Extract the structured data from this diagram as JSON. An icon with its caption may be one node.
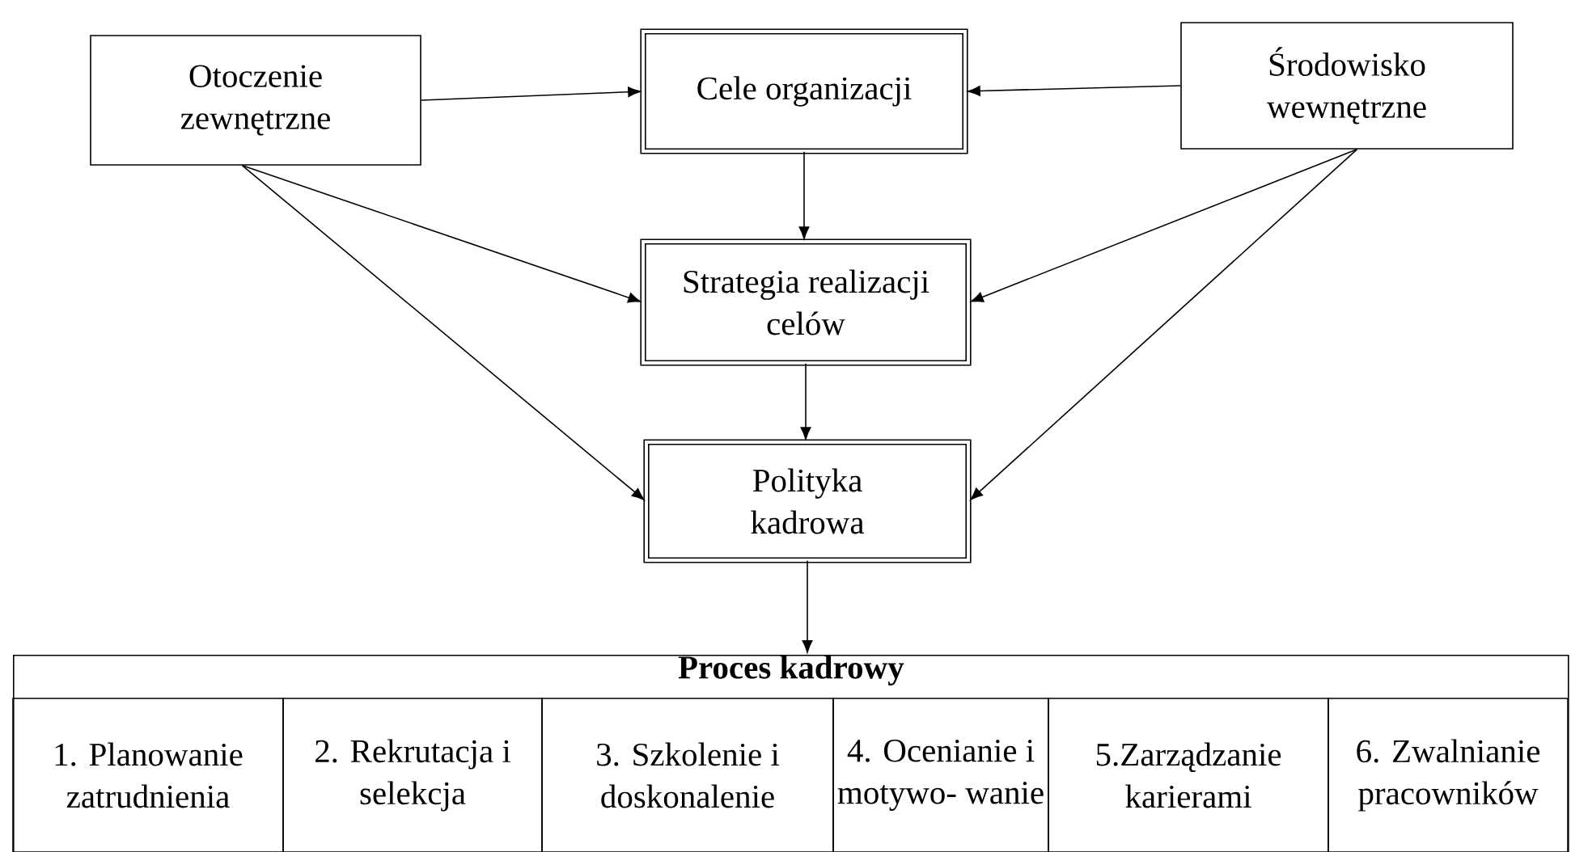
{
  "diagram": {
    "nodes": [
      {
        "text": [
          "Otoczenie zewnętrzne"
        ]
      },
      {
        "text": [
          "Cele organizacji"
        ]
      },
      {
        "text": [
          "Środowisko wewnętrzne"
        ]
      },
      {
        "text": [
          "Strategia realizacji celów"
        ]
      },
      {
        "text": [
          "Polityka kadrowa"
        ]
      },
      {
        "text": [
          "Proces kadrowy"
        ]
      },
      {
        "text": [
          "1. Planowanie zatrudnienia"
        ],
        "in": 5
      },
      {
        "text": [
          "2. Rekrutacja i selekcja"
        ],
        "in": 5
      },
      {
        "text": [
          "3. Szkolenie i doskonalenie"
        ],
        "in": 5
      },
      {
        "text": [
          "4. Ocenianie i motywo- wanie"
        ],
        "in": 5
      },
      {
        "text": [
          "5.Zarządzanie karierami"
        ],
        "in": 5
      },
      {
        "text": [
          "6. Zwalnianie pracowników"
        ],
        "in": 5
      }
    ],
    "edges": [
      {
        "from": 0,
        "to": 1,
        "arrow": "to"
      },
      {
        "from": 2,
        "to": 1,
        "arrow": "to"
      },
      {
        "from": 1,
        "to": 3,
        "arrow": "to"
      },
      {
        "from": 0,
        "to": 3,
        "arrow": "to"
      },
      {
        "from": 2,
        "to": 3,
        "arrow": "to"
      },
      {
        "from": 3,
        "to": 4,
        "arrow": "to"
      },
      {
        "from": 0,
        "to": 4,
        "arrow": "to"
      },
      {
        "from": 2,
        "to": 4,
        "arrow": "to"
      },
      {
        "from": 4,
        "to": 5,
        "arrow": "to"
      }
    ]
  }
}
